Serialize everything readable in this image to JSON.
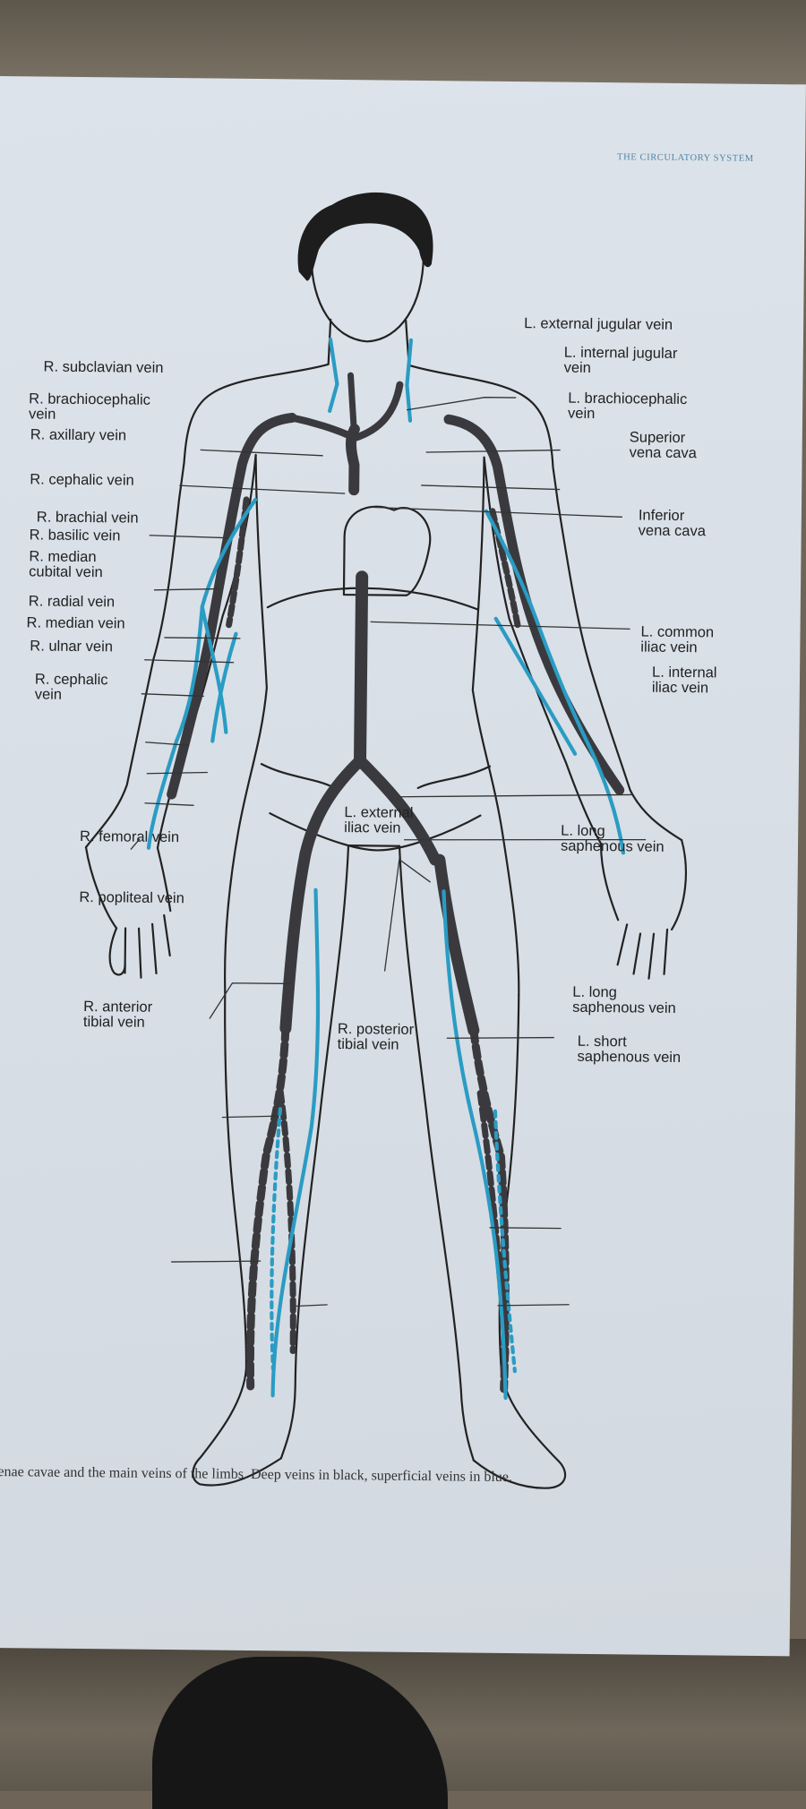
{
  "header": {
    "running_title": "THE CIRCULATORY SYSTEM"
  },
  "caption": "Venae cavae and the main veins of the limbs. Deep veins in black, superficial veins in blue.",
  "colors": {
    "deep_vein": "#3a3a3e",
    "superficial_vein": "#2a9cc4",
    "outline": "#222222",
    "paper": "#dbe1e8"
  },
  "labels_right": {
    "l_external_jugular": "L. external  jugular vein",
    "l_internal_jugular": "L. internal  jugular\nvein",
    "l_brachiocephalic": "L. brachiocephalic\nvein",
    "superior_vena_cava": "Superior\nvena cava",
    "inferior_vena_cava": "Inferior\nvena cava",
    "l_common_iliac": "L. common\niliac vein",
    "l_internal_iliac": "L. internal\niliac vein",
    "l_long_saphenous_1": "L. long\nsaphenous vein",
    "l_long_saphenous_2": "L. long\nsaphenous vein",
    "l_short_saphenous": "L. short\nsaphenous vein"
  },
  "labels_left": {
    "r_subclavian": "R. subclavian  vein",
    "r_brachiocephalic": "R. brachiocephalic\nvein",
    "r_axillary": "R. axillary vein",
    "r_cephalic": "R. cephalic vein",
    "r_brachial": "R. brachial vein",
    "r_basilic": "R. basilic vein",
    "r_median_cubital": "R. median\ncubital vein",
    "r_radial": "R. radial vein",
    "r_median": "R. median vein",
    "r_ulnar": "R. ulnar vein",
    "r_cephalic_lower": "R. cephalic\nvein",
    "r_femoral": "R. femoral  vein",
    "r_popliteal": "R. popliteal vein",
    "r_anterior_tibial": "R. anterior\ntibial vein"
  },
  "labels_center": {
    "l_external_iliac": "L. external\niliac vein",
    "r_posterior_tibial": "R. posterior\ntibial vein"
  }
}
